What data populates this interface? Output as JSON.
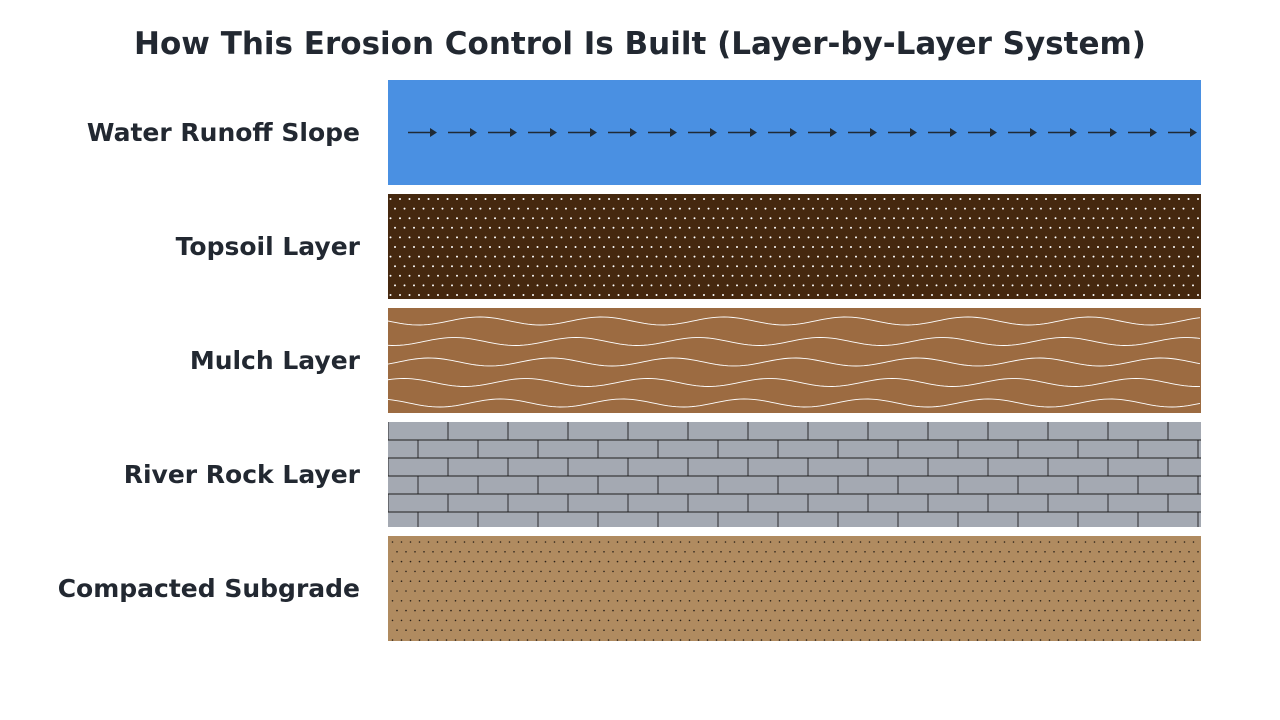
{
  "title": "How This Erosion Control Is Built (Layer-by-Layer System)",
  "layers": [
    {
      "label": "Water Runoff Slope",
      "pattern": "arrows",
      "color": "#4a90e2",
      "mark_color": "#1f2a36"
    },
    {
      "label": "Topsoil Layer",
      "pattern": "dots",
      "color": "#45280f",
      "mark_color": "#ffffff"
    },
    {
      "label": "Mulch Layer",
      "pattern": "waves",
      "color": "#9c6b41",
      "mark_color": "#ffffff"
    },
    {
      "label": "River Rock Layer",
      "pattern": "bricks",
      "color": "#a4a9b2",
      "mark_color": "#1f1f1f"
    },
    {
      "label": "Compacted Subgrade",
      "pattern": "fine-dots",
      "color": "#b08b60",
      "mark_color": "#2a2118"
    }
  ]
}
